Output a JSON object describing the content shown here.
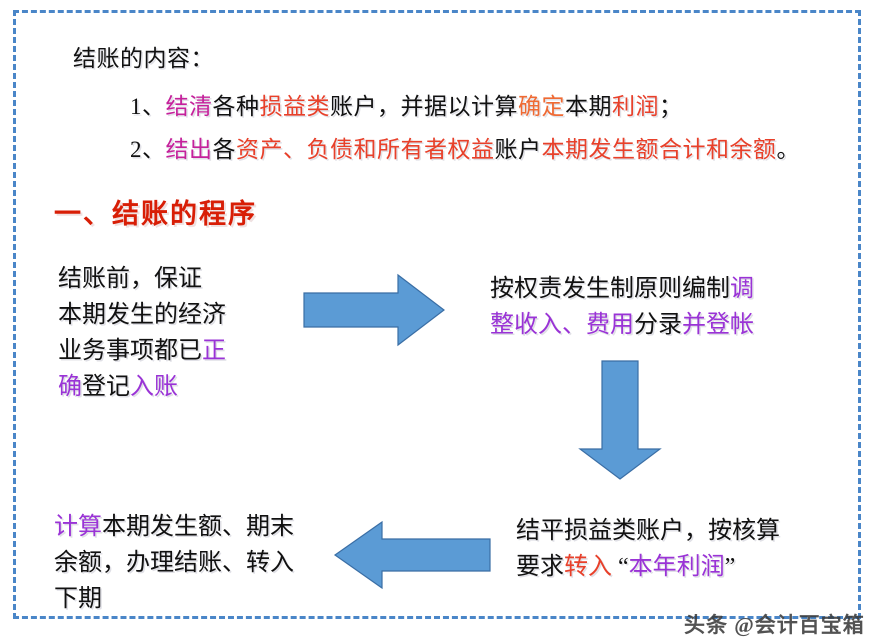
{
  "slide": {
    "border_color": "#4a86c8",
    "background": "#ffffff"
  },
  "top_section": {
    "heading": "结账的内容：",
    "items": [
      {
        "index": "1、",
        "segments": [
          {
            "text": "结清",
            "color": "#c5219b"
          },
          {
            "text": "各种",
            "color": "#111111"
          },
          {
            "text": "损益类",
            "color": "#e8402a"
          },
          {
            "text": "账户，并据以计算",
            "color": "#111111"
          },
          {
            "text": "确定",
            "color": "#ef6a33"
          },
          {
            "text": "本期",
            "color": "#111111"
          },
          {
            "text": "利润",
            "color": "#e8402a"
          },
          {
            "text": "；",
            "color": "#111111"
          }
        ]
      },
      {
        "index": "2、",
        "segments": [
          {
            "text": "结出",
            "color": "#c5219b"
          },
          {
            "text": "各",
            "color": "#111111"
          },
          {
            "text": "资产、负债和所有者权益",
            "color": "#e8402a"
          },
          {
            "text": "账户",
            "color": "#111111"
          },
          {
            "text": "本期发生额合计和余额",
            "color": "#e8402a"
          },
          {
            "text": "。",
            "color": "#111111"
          }
        ]
      }
    ]
  },
  "section_heading": {
    "text": "一、结账的程序",
    "color": "#d81e06"
  },
  "flow": {
    "box_top_left": {
      "segments": [
        {
          "text": "结账前，保证\n本期发生的经济\n业务事项都已",
          "color": "#111111"
        },
        {
          "text": "正\n确",
          "color": "#9a33d6"
        },
        {
          "text": "登记",
          "color": "#111111"
        },
        {
          "text": "入账",
          "color": "#9a33d6"
        }
      ]
    },
    "box_top_right": {
      "segments": [
        {
          "text": "按权责发生制原则编制",
          "color": "#111111"
        },
        {
          "text": "调\n整收入、费用",
          "color": "#9a33d6"
        },
        {
          "text": "分录",
          "color": "#111111"
        },
        {
          "text": "并登帐",
          "color": "#9a33d6"
        }
      ]
    },
    "box_bottom_right": {
      "segments": [
        {
          "text": "结平损益类账户，按核算\n要求",
          "color": "#111111"
        },
        {
          "text": "转入",
          "color": "#e8402a"
        },
        {
          "text": " “",
          "color": "#111111"
        },
        {
          "text": "本年利润",
          "color": "#9a33d6"
        },
        {
          "text": "”",
          "color": "#111111"
        }
      ]
    },
    "box_bottom_left": {
      "segments": [
        {
          "text": "计算",
          "color": "#9a33d6"
        },
        {
          "text": "本期发生额、期末\n余额，办理结账、转入\n下期",
          "color": "#111111"
        }
      ]
    },
    "arrows": [
      {
        "name": "arrow-right-top",
        "direction": "right",
        "color": "#5b9bd5"
      },
      {
        "name": "arrow-down",
        "direction": "down",
        "color": "#5b9bd5"
      },
      {
        "name": "arrow-left-bottom",
        "direction": "left",
        "color": "#5b9bd5"
      }
    ]
  },
  "watermark": {
    "text": "头条 @会计百宝箱"
  }
}
